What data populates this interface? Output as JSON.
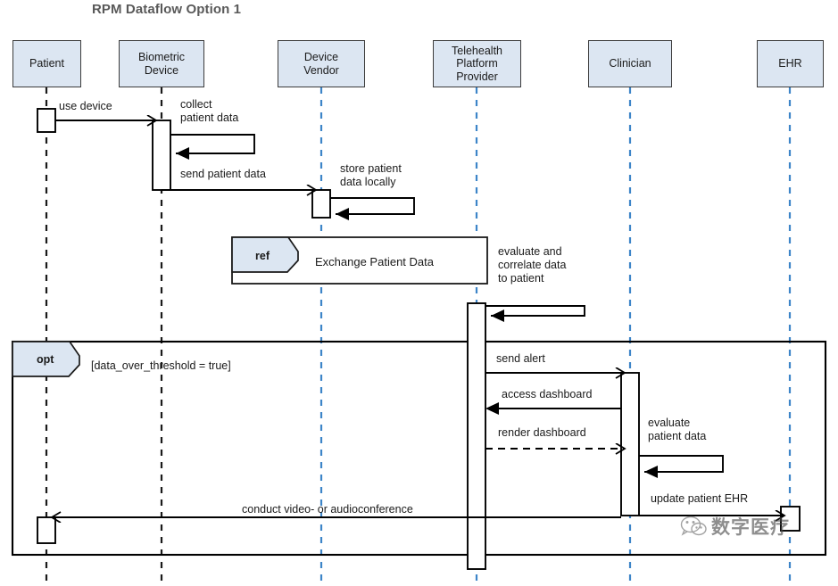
{
  "title": "RPM Dataflow Option 1",
  "colors": {
    "actor_fill": "#dce6f2",
    "actor_border": "#3c3c3c",
    "lifeline_black": "#1a1a1a",
    "lifeline_blue": "#3d85c8",
    "title_color": "#595959",
    "message_line": "#000000"
  },
  "actors": [
    {
      "id": "patient",
      "lines": [
        "Patient"
      ],
      "lifeline_color": "black"
    },
    {
      "id": "biometric-device",
      "lines": [
        "Biometric",
        "Device"
      ],
      "lifeline_color": "black"
    },
    {
      "id": "device-vendor",
      "lines": [
        "Device",
        "Vendor"
      ],
      "lifeline_color": "blue"
    },
    {
      "id": "telehealth-platform-provider",
      "lines": [
        "Telehealth",
        "Platform",
        "Provider"
      ],
      "lifeline_color": "blue"
    },
    {
      "id": "clinician",
      "lines": [
        "Clinician"
      ],
      "lifeline_color": "blue"
    },
    {
      "id": "ehr",
      "lines": [
        "EHR"
      ],
      "lifeline_color": "blue"
    }
  ],
  "messages": [
    {
      "id": "use-device",
      "label": "use device",
      "from": "patient",
      "to": "biometric-device",
      "kind": "sync"
    },
    {
      "id": "collect-patient-data",
      "label": "collect\npatient data",
      "from": "biometric-device",
      "to": "biometric-device",
      "kind": "self"
    },
    {
      "id": "send-patient-data",
      "label": "send patient data",
      "from": "biometric-device",
      "to": "device-vendor",
      "kind": "sync"
    },
    {
      "id": "store-patient-data-locally",
      "label": "store patient\ndata locally",
      "from": "device-vendor",
      "to": "device-vendor",
      "kind": "self"
    },
    {
      "id": "evaluate-and-correlate-data-to-patient",
      "label": "evaluate and\ncorrelate data\nto patient",
      "from": "telehealth-platform-provider",
      "to": "telehealth-platform-provider",
      "kind": "self"
    },
    {
      "id": "send-alert",
      "label": "send alert",
      "from": "telehealth-platform-provider",
      "to": "clinician",
      "kind": "sync"
    },
    {
      "id": "access-dashboard",
      "label": "access dashboard",
      "from": "clinician",
      "to": "telehealth-platform-provider",
      "kind": "sync"
    },
    {
      "id": "render-dashboard",
      "label": "render dashboard",
      "from": "telehealth-platform-provider",
      "to": "clinician",
      "kind": "return"
    },
    {
      "id": "evaluate-patient-data",
      "label": "evaluate\npatient data",
      "from": "clinician",
      "to": "clinician",
      "kind": "self"
    },
    {
      "id": "update-patient-ehr",
      "label": "update patient EHR",
      "from": "clinician",
      "to": "ehr",
      "kind": "sync"
    },
    {
      "id": "conduct-video-or-audioconference",
      "label": "conduct video- or audioconference",
      "from": "clinician",
      "to": "patient",
      "kind": "sync"
    }
  ],
  "fragments": [
    {
      "id": "ref-exchange-patient-data",
      "type": "ref",
      "operator": "ref",
      "title": "Exchange Patient Data",
      "guard": ""
    },
    {
      "id": "opt-data-over-threshold",
      "type": "opt",
      "operator": "opt",
      "title": "",
      "guard": "[data_over_threshold = true]"
    }
  ],
  "watermark": {
    "text": "数字医疗",
    "icon": "wechat-icon"
  }
}
